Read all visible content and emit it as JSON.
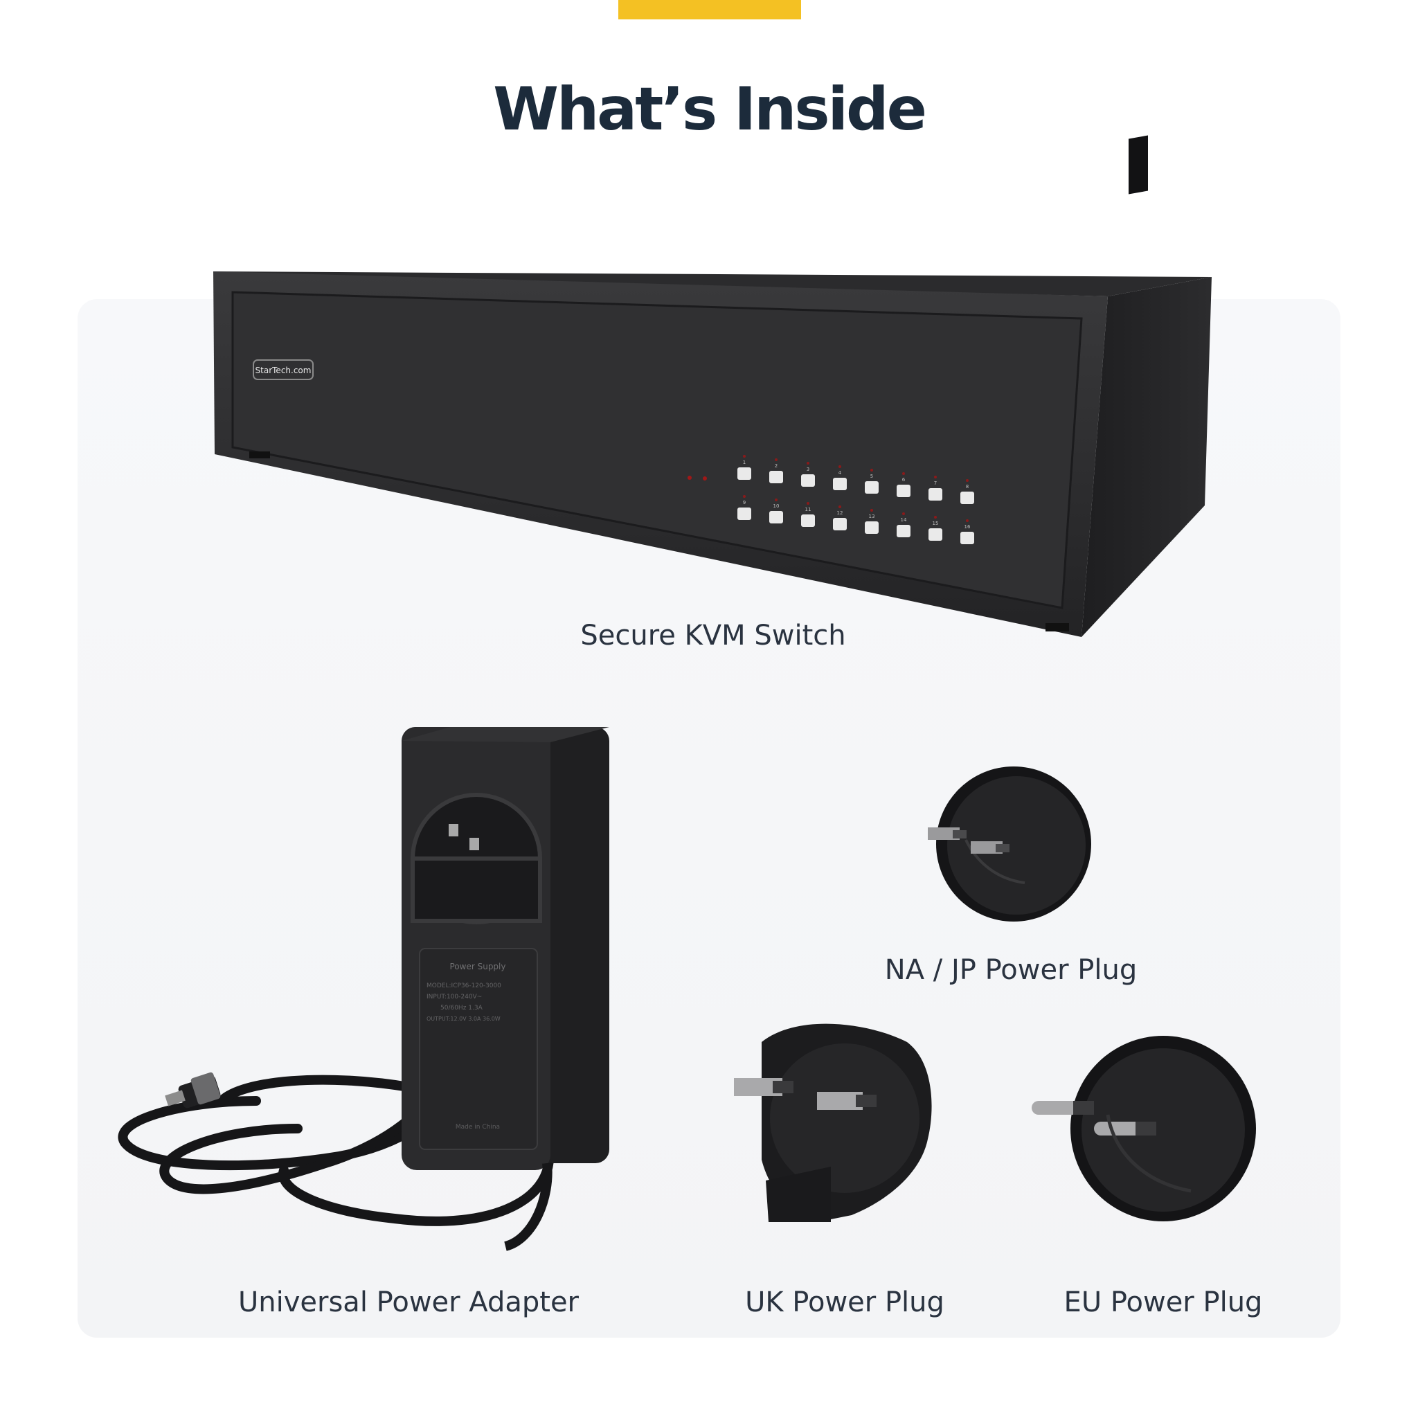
{
  "header": {
    "title": "What’s Inside"
  },
  "kvm": {
    "brand": "StarTech.com",
    "label": "Secure KVM Switch",
    "port_numbers_top": [
      "1",
      "2",
      "3",
      "4",
      "5",
      "6",
      "7",
      "8"
    ],
    "port_numbers_bottom": [
      "9",
      "10",
      "11",
      "12",
      "13",
      "14",
      "15",
      "16"
    ]
  },
  "adapter": {
    "label": "Universal Power Adapter",
    "sticker_title": "Power Supply",
    "sticker_lines": [
      "MODEL:ICP36-120-3000",
      "INPUT:100-240V~",
      "50/60Hz 1.3A",
      "OUTPUT:12.0V 3.0A 36.0W"
    ],
    "sticker_footer": "Made in China"
  },
  "plugs": {
    "na_jp_label": "NA / JP Power Plug",
    "uk_label": "UK Power Plug",
    "eu_label": "EU Power Plug"
  },
  "colors": {
    "accent": "#f4c123",
    "title": "#1c2b3b",
    "device": "#2a2a2c",
    "panel": "#f5f6f8"
  }
}
